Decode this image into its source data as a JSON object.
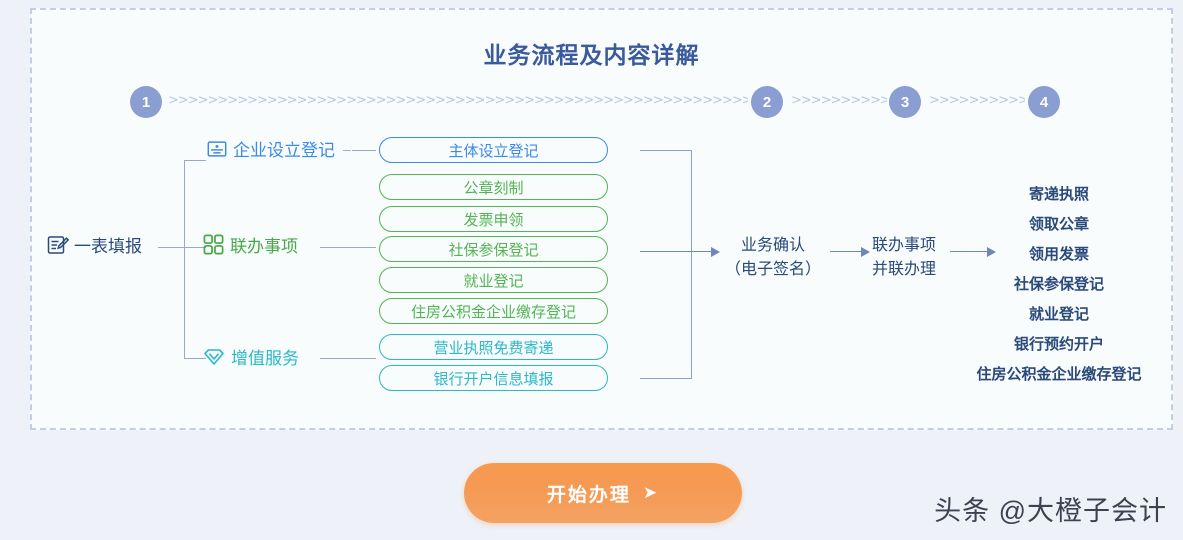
{
  "panel": {
    "title": "业务流程及内容详解"
  },
  "steps": [
    {
      "number": "1"
    },
    {
      "number": "2"
    },
    {
      "number": "3"
    },
    {
      "number": "4"
    }
  ],
  "root": {
    "label": "一表填报",
    "icon": "form-pencil-icon"
  },
  "branches": [
    {
      "label": "企业设立登记",
      "icon": "business-license-icon",
      "color": "#3c8ae8"
    },
    {
      "label": "联办事项",
      "icon": "four-squares-icon",
      "color": "#46a846"
    },
    {
      "label": "增值服务",
      "icon": "diamond-icon",
      "color": "#2bb8c8"
    }
  ],
  "items": [
    {
      "label": "主体设立登记",
      "style": "p-blue"
    },
    {
      "label": "公章刻制",
      "style": "p-green"
    },
    {
      "label": "发票申领",
      "style": "p-green"
    },
    {
      "label": "社保参保登记",
      "style": "p-green"
    },
    {
      "label": "就业登记",
      "style": "p-green"
    },
    {
      "label": "住房公积金企业缴存登记",
      "style": "p-green"
    },
    {
      "label": "营业执照免费寄递",
      "style": "p-teal"
    },
    {
      "label": "银行开户信息填报",
      "style": "p-teal"
    }
  ],
  "stages": [
    {
      "line1": "业务确认",
      "line2": "（电子签名）"
    },
    {
      "line1": "联办事项",
      "line2": "并联办理"
    }
  ],
  "results": [
    "寄递执照",
    "领取公章",
    "领用发票",
    "社保参保登记",
    "就业登记",
    "银行预约开户",
    "住房公积金企业缴存登记"
  ],
  "cta": {
    "label": "开始办理",
    "arrow": "➤"
  },
  "watermark": "头条 @大橙子会计",
  "colors": {
    "panel_border": "#c3cee6",
    "title": "#3a5a9c",
    "step_circle": "#8a9ed2",
    "blue": "#3c8ae8",
    "green": "#52b552",
    "teal": "#2bb8c8",
    "cta": "#f59a54",
    "line": "#9aa8c6"
  }
}
